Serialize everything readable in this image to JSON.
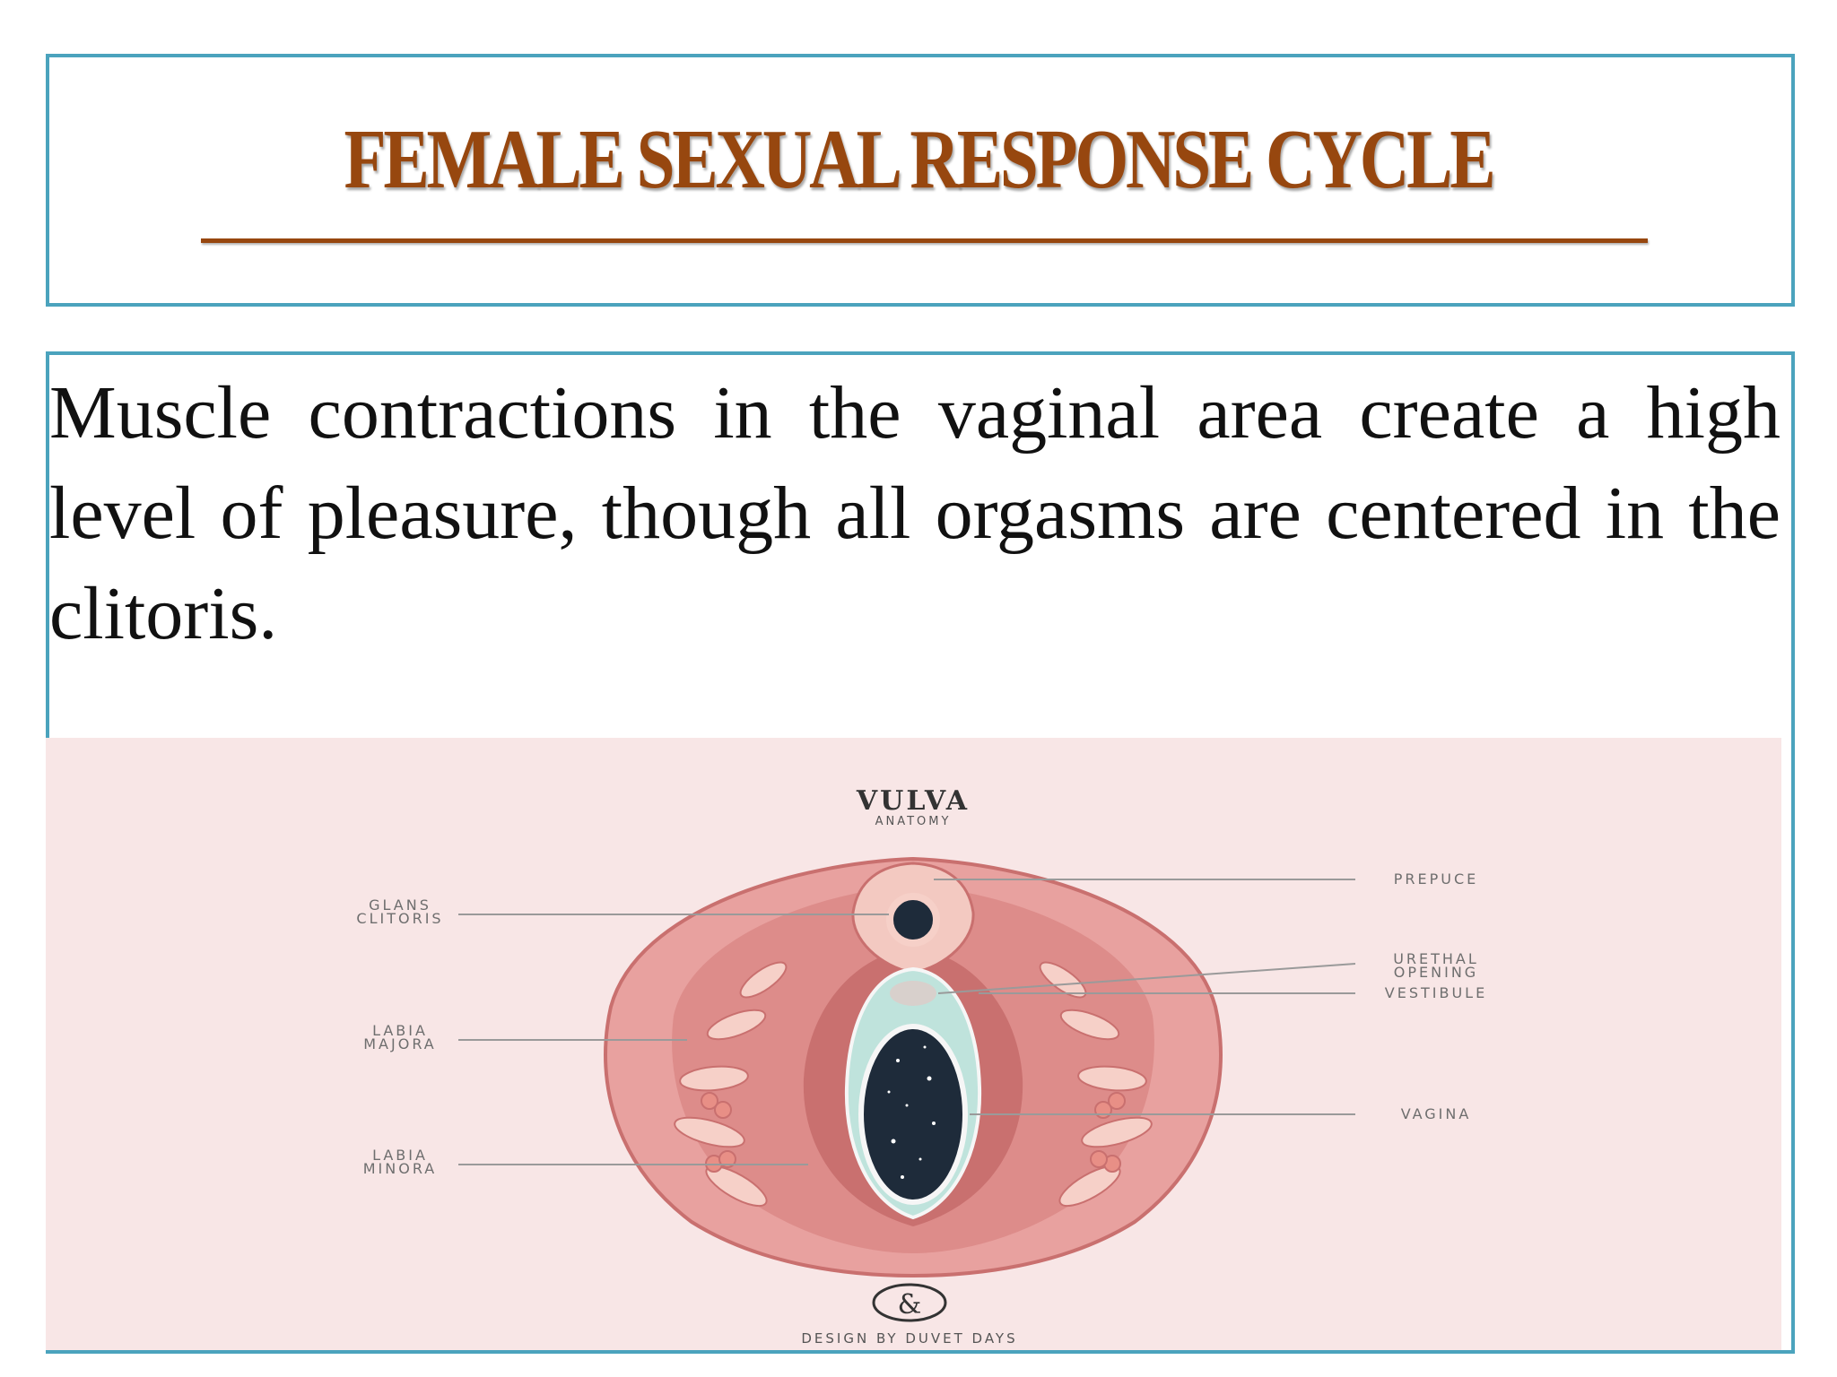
{
  "slide": {
    "title": "FEMALE SEXUAL RESPONSE CYCLE",
    "body": "Muscle contractions in the vaginal area create a high level of pleasure, though all orgasms are centered in the clitoris."
  },
  "diagram": {
    "title": "VULVA",
    "subtitle": "ANATOMY",
    "labels_left": [
      {
        "line1": "GLANS",
        "line2": "CLITORIS"
      },
      {
        "line1": "LABIA",
        "line2": "MAJORA"
      },
      {
        "line1": "LABIA",
        "line2": "MINORA"
      }
    ],
    "labels_right": [
      {
        "line1": "PREPUCE",
        "line2": ""
      },
      {
        "line1": "URETHAL",
        "line2": "OPENING"
      },
      {
        "line1": "VESTIBULE",
        "line2": ""
      },
      {
        "line1": "VAGINA",
        "line2": ""
      }
    ],
    "logo_symbol": "&",
    "credit": "DESIGN BY DUVET DAYS",
    "colors": {
      "background": "#f8e6e6",
      "outer": "#e49a98",
      "outer_dark": "#c9706f",
      "inner": "#d98482",
      "vestibule": "#bfe3dc",
      "vagina": "#1e2b3a",
      "leaf": "#f6d0c8",
      "berry": "#e88f86",
      "line": "#9a9a9a",
      "text": "#6e6e6e",
      "dark_text": "#333333"
    }
  }
}
